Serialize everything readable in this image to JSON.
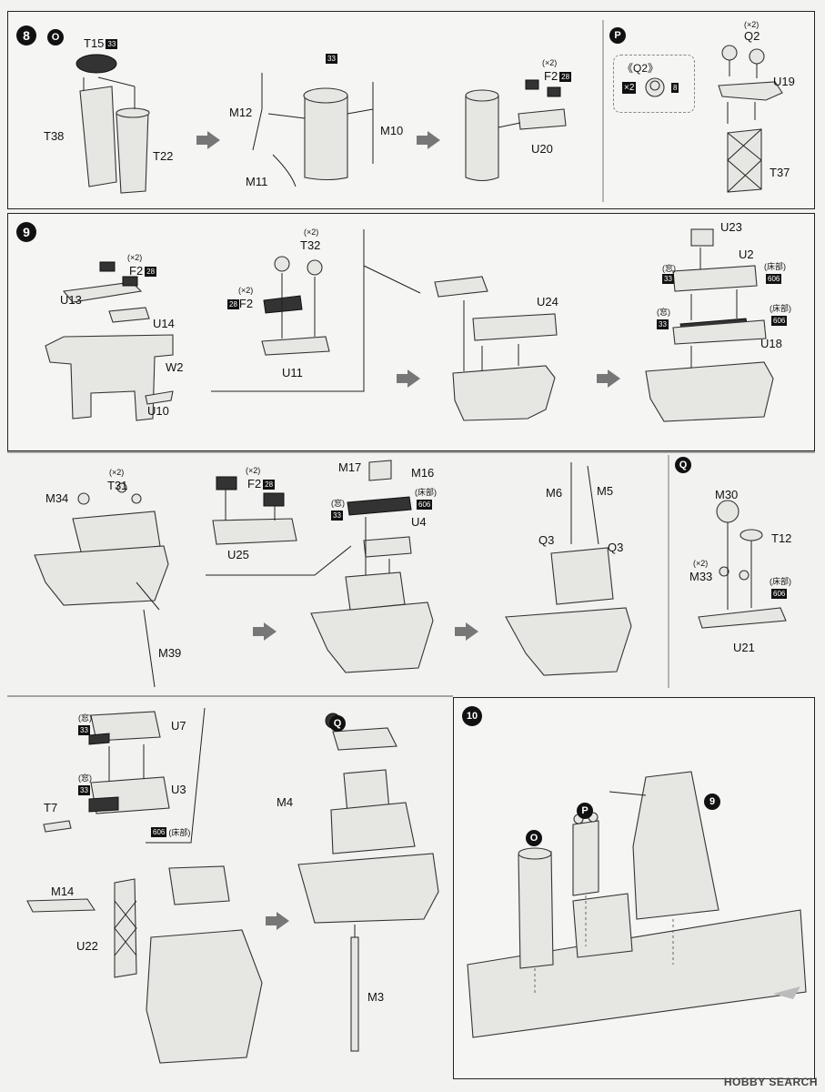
{
  "steps": {
    "s8": "8",
    "s9": "9",
    "s10": "10"
  },
  "subs": {
    "O": "O",
    "P": "P",
    "Q": "Q"
  },
  "labels": {
    "T15": "T15",
    "T15c": "33",
    "T38": "T38",
    "T22": "T22",
    "c33a": "33",
    "M12": "M12",
    "M10": "M10",
    "M11": "M11",
    "x2": "(×2)",
    "F2": "F2",
    "c28": "28",
    "U20": "U20",
    "Q2box": "《Q2》",
    "x2b": "×2",
    "c8": "8",
    "Q2": "Q2",
    "U19": "U19",
    "T37": "T37",
    "T32": "T32",
    "U13": "U13",
    "U14": "U14",
    "W2": "W2",
    "U10": "U10",
    "U11": "U11",
    "U23": "U23",
    "U24": "U24",
    "U2": "U2",
    "U18": "U18",
    "window": "(窓)",
    "floor": "(床部)",
    "c606": "606",
    "M34": "M34",
    "T31": "T31",
    "U25": "U25",
    "M39": "M39",
    "M17": "M17",
    "M16": "M16",
    "U4": "U4",
    "M6": "M6",
    "M5": "M5",
    "Q3": "Q3",
    "M30": "M30",
    "T12": "T12",
    "M33": "M33",
    "U21": "U21",
    "U7": "U7",
    "U3": "U3",
    "T7": "T7",
    "M14": "M14",
    "U22": "U22",
    "M4": "M4",
    "M3": "M3"
  },
  "watermark": "HOBBY SEARCH"
}
